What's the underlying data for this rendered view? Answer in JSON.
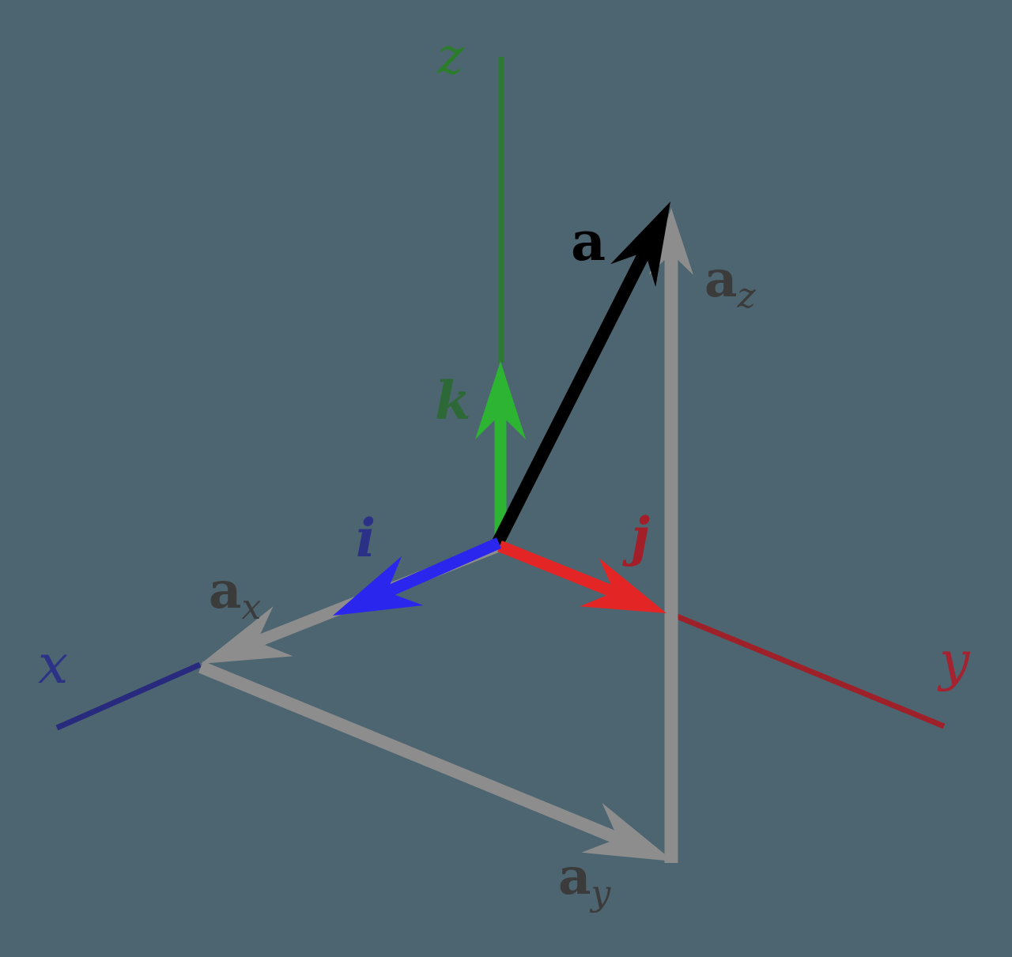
{
  "diagram": {
    "description": "3D coordinate system with vector a decomposed into components along unit vectors i, j, k",
    "background_color": "#4d6570",
    "axes": {
      "x": {
        "label": "x",
        "line_color": "#282a7e",
        "label_color": "#2c3386"
      },
      "y": {
        "label": "y",
        "line_color": "#9e2028",
        "label_color": "#a42331"
      },
      "z": {
        "label": "z",
        "line_color": "#2d7832",
        "label_color": "#2b7c2b"
      }
    },
    "unit_vectors": {
      "i": {
        "label": "i",
        "arrow_color": "#2a26ee",
        "label_color": "#2c3188"
      },
      "j": {
        "label": "j",
        "arrow_color": "#e32625",
        "label_color": "#a21f29"
      },
      "k": {
        "label": "k",
        "arrow_color": "#2db432",
        "label_color": "#2d6937"
      }
    },
    "vector_a": {
      "label": "a",
      "arrow_color": "#000000",
      "label_color": "#000000"
    },
    "components": {
      "arrow_color": "#8d8d8d",
      "label_color": "#3b3b3b",
      "a_x": {
        "label_main": "a",
        "label_sub": "x"
      },
      "a_y": {
        "label_main": "a",
        "label_sub": "y"
      },
      "a_z": {
        "label_main": "a",
        "label_sub": "z"
      }
    }
  }
}
